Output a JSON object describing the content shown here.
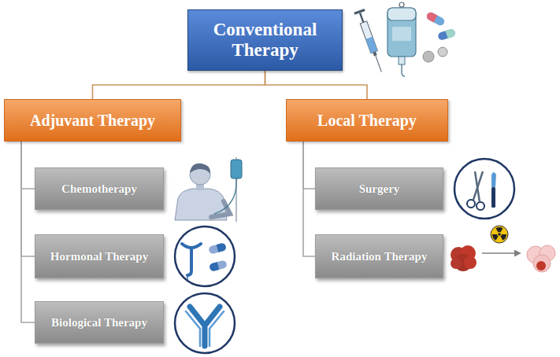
{
  "diagram": {
    "nodes": [
      {
        "text": [
          "Conventional Therapy"
        ]
      },
      {
        "text": [
          "Adjuvant Therapy"
        ]
      },
      {
        "text": [
          "Local Therapy"
        ]
      },
      {
        "text": [
          "Chemotherapy"
        ]
      },
      {
        "text": [
          "Hormonal Therapy"
        ]
      },
      {
        "text": [
          "Biological Therapy"
        ]
      },
      {
        "text": [
          "Surgery"
        ]
      },
      {
        "text": [
          "Radiation Therapy"
        ]
      }
    ],
    "edges": [
      {
        "from": 0,
        "to": 1,
        "arrow": "none"
      },
      {
        "from": 0,
        "to": 2,
        "arrow": "none"
      },
      {
        "from": 1,
        "to": 3,
        "arrow": "none"
      },
      {
        "from": 1,
        "to": 4,
        "arrow": "none"
      },
      {
        "from": 1,
        "to": 5,
        "arrow": "none"
      },
      {
        "from": 2,
        "to": 6,
        "arrow": "none"
      },
      {
        "from": 2,
        "to": 7,
        "arrow": "none"
      }
    ]
  }
}
